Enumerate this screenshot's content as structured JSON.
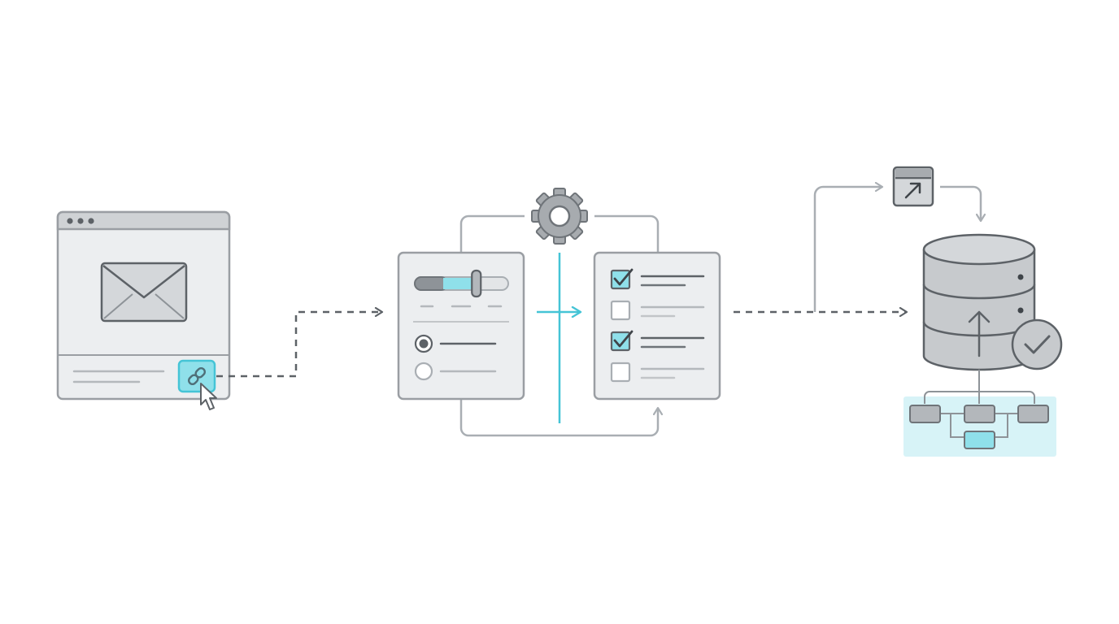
{
  "colors": {
    "background": "#ffffff",
    "stroke": "#8e9398",
    "stroke_dark": "#5d6267",
    "light_stroke": "#a9aeb3",
    "panel_fill": "#eceef0",
    "panel_header": "#cfd2d5",
    "accent": "#45c4d6",
    "accent_fill": "#8fe0ea",
    "accent_bg": "#d7f3f7",
    "cylinder_fill": "#c7cacd"
  },
  "stages": [
    {
      "id": "email-window",
      "icons": [
        "envelope-icon",
        "link-icon",
        "cursor-icon"
      ],
      "window_dots": 3
    },
    {
      "id": "settings-form",
      "controls": [
        "slider",
        "radio-selected",
        "radio-empty"
      ],
      "slider_level": 0.55
    },
    {
      "id": "checklist",
      "items": [
        {
          "checked": true
        },
        {
          "checked": false
        },
        {
          "checked": true
        },
        {
          "checked": false
        }
      ]
    },
    {
      "id": "database",
      "icons": [
        "database-icon",
        "upload-arrow-icon",
        "check-circle-icon",
        "external-link-icon"
      ],
      "tree_nodes": 4
    }
  ],
  "center_icon": "gear-icon"
}
